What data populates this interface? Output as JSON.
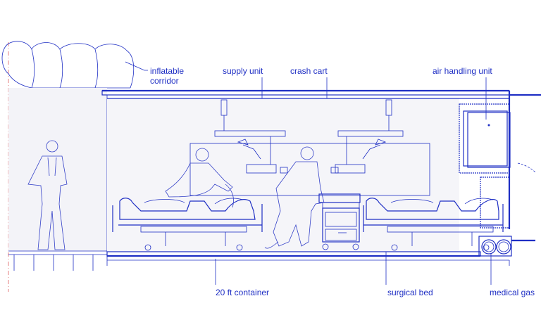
{
  "labels": {
    "inflatable_corridor_line1": "inflatable",
    "inflatable_corridor_line2": "corridor",
    "supply_unit": "supply unit",
    "crash_cart": "crash cart",
    "air_handling_unit": "air handling unit",
    "container": "20 ft container",
    "surgical_bed": "surgical bed",
    "medical_gas": "medical gas"
  },
  "colors": {
    "line": "#1f2fc4",
    "accent_dash": "#e06060",
    "background": "#ffffff"
  }
}
